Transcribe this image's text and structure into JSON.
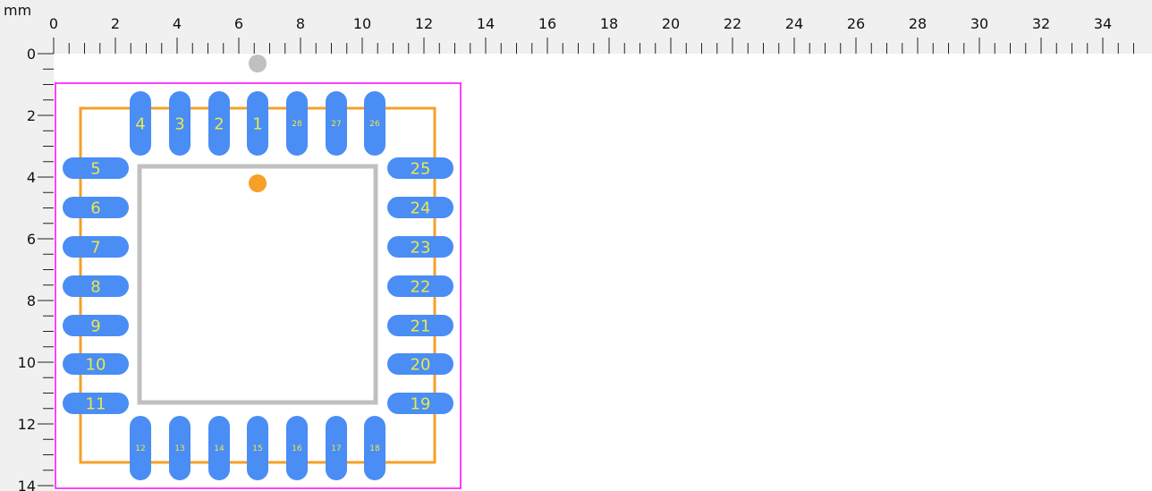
{
  "ruler": {
    "unit": "mm",
    "x_labels": [
      "0",
      "2",
      "4",
      "6",
      "8",
      "10",
      "12",
      "14",
      "16",
      "18",
      "20",
      "22",
      "24",
      "26",
      "28",
      "30",
      "32",
      "34"
    ],
    "y_labels": [
      "0",
      "2",
      "4",
      "6",
      "8",
      "10",
      "12",
      "14"
    ]
  },
  "colors": {
    "pad": "#4a8df5",
    "pad_text": "#e8e84a",
    "courtyard": "#ff00ff",
    "silk": "#f5a028",
    "body": "#c0c0c0",
    "marker": "#c0c0c0"
  },
  "pads": {
    "top": [
      "4",
      "3",
      "2",
      "1",
      "28",
      "27",
      "26"
    ],
    "left": [
      "5",
      "6",
      "7",
      "8",
      "9",
      "10",
      "11"
    ],
    "right": [
      "25",
      "24",
      "23",
      "22",
      "21",
      "20",
      "19"
    ],
    "bottom": [
      "12",
      "13",
      "14",
      "15",
      "16",
      "17",
      "18"
    ]
  }
}
